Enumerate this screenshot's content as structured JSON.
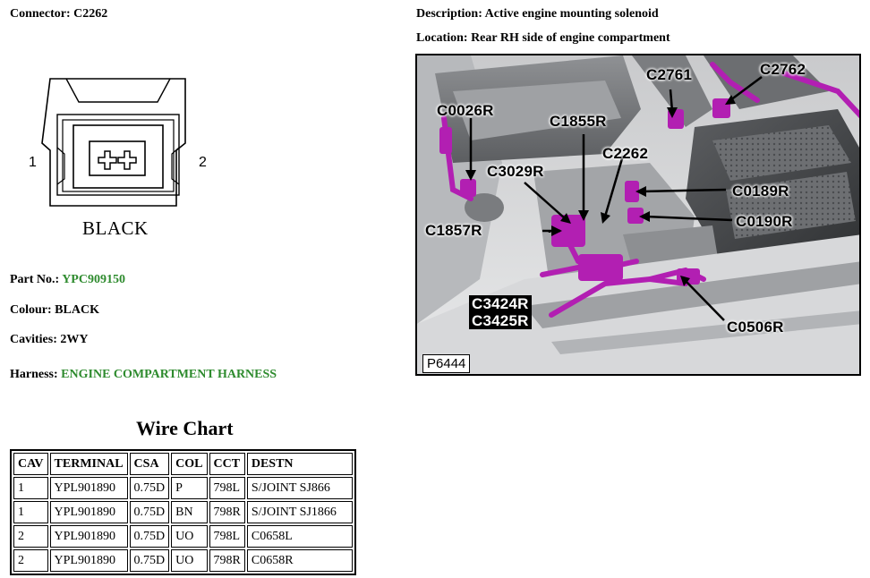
{
  "connector": {
    "label": "Connector:",
    "value": "C2262",
    "color_text": "BLACK",
    "cavity_left": "1",
    "cavity_right": "2"
  },
  "description": {
    "label": "Description:",
    "value": "Active engine mounting solenoid"
  },
  "location": {
    "label": "Location:",
    "value": "Rear RH side of engine compartment"
  },
  "part": {
    "label": "Part No.:",
    "value": "YPC909150"
  },
  "colour": {
    "label": "Colour:",
    "value": "BLACK"
  },
  "cavities": {
    "label": "Cavities:",
    "value": "2WY"
  },
  "harness": {
    "label": "Harness:",
    "value": "ENGINE COMPARTMENT HARNESS"
  },
  "link_color": "#2e8b2e",
  "wire_chart": {
    "title": "Wire Chart",
    "headers": [
      "CAV",
      "TERMINAL",
      "CSA",
      "COL",
      "CCT",
      "DESTN"
    ],
    "rows": [
      [
        "1",
        "YPL901890",
        "0.75D",
        "P",
        "798L",
        "S/JOINT SJ866"
      ],
      [
        "1",
        "YPL901890",
        "0.75D",
        "BN",
        "798R",
        "S/JOINT SJ1866"
      ],
      [
        "2",
        "YPL901890",
        "0.75D",
        "UO",
        "798L",
        "C0658L"
      ],
      [
        "2",
        "YPL901890",
        "0.75D",
        "UO",
        "798R",
        "C0658R"
      ]
    ]
  },
  "photo": {
    "reference": "P6444",
    "callouts": {
      "c2761": "C2761",
      "c2762": "C2762",
      "c0026r": "C0026R",
      "c1855r": "C1855R",
      "c2262": "C2262",
      "c3029r": "C3029R",
      "c0189r": "C0189R",
      "c0190r": "C0190R",
      "c1857r": "C1857R",
      "c3424r": "C3424R",
      "c3425r": "C3425R",
      "c0506r": "C0506R"
    },
    "highlight_color": "#b21fb2"
  }
}
